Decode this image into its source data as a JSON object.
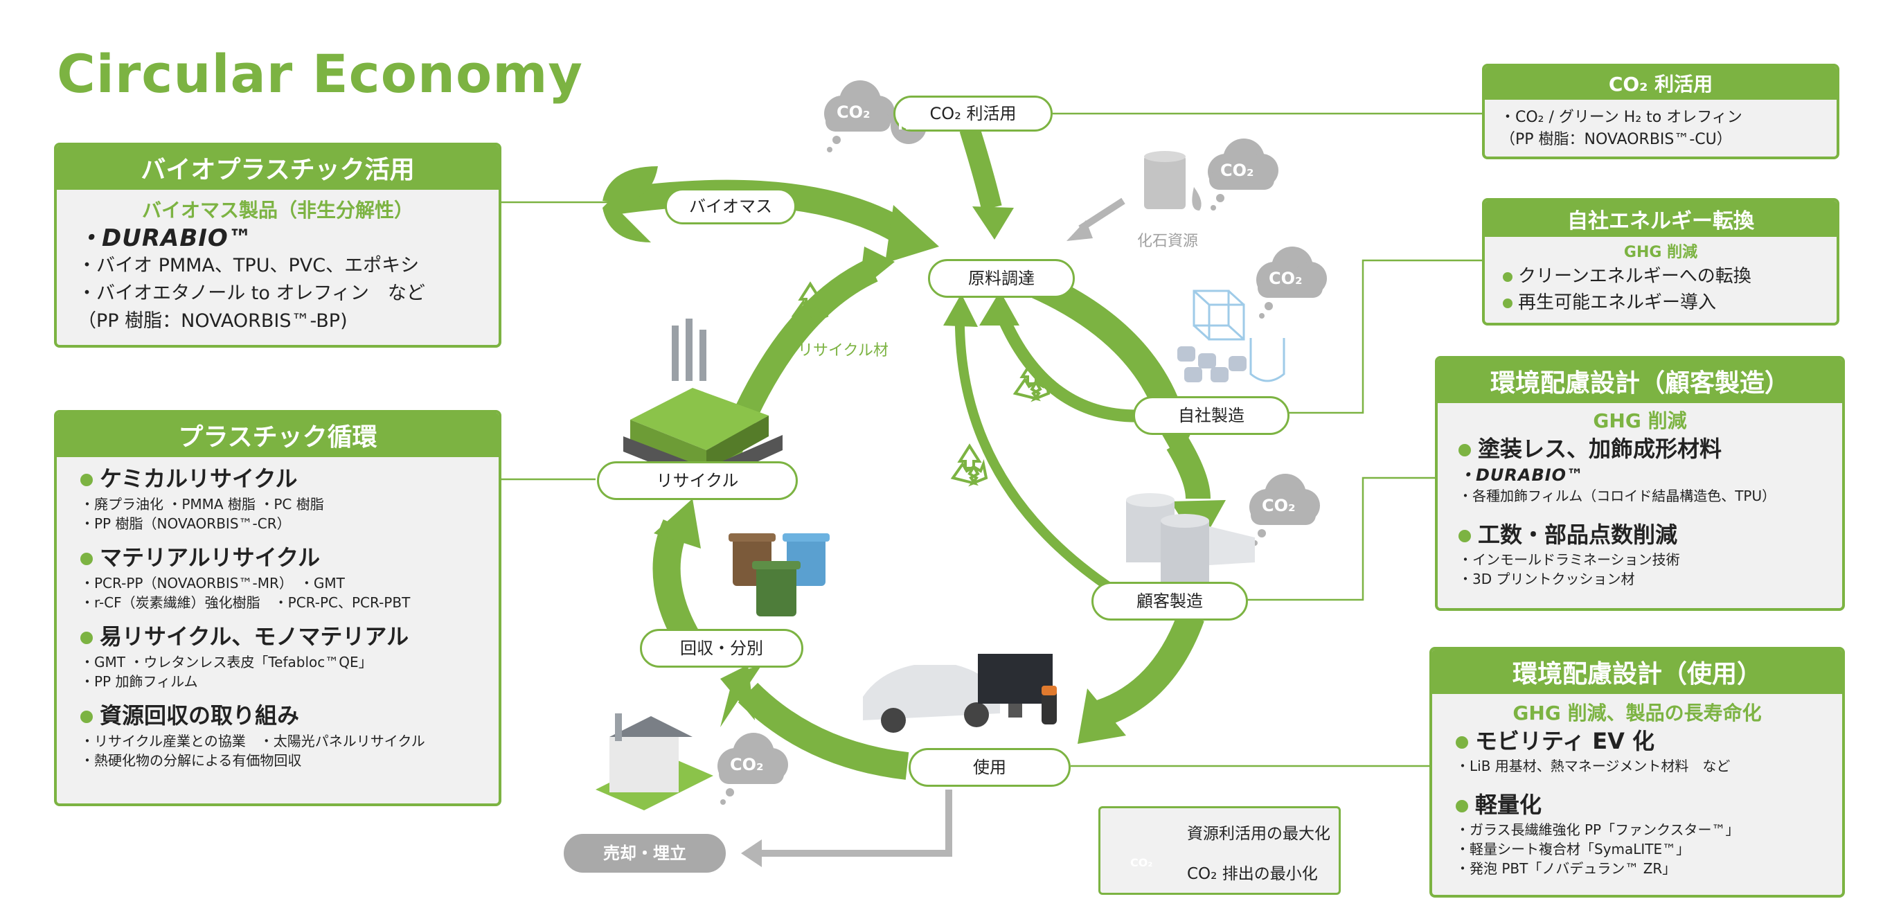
{
  "title": "Circular Economy",
  "boxes": {
    "bio": {
      "header": "バイオプラスチック活用",
      "sub": "バイオマス製品（非生分解性）",
      "durabio": "・DURABIO™",
      "lines": [
        "・バイオ PMMA、TPU、PVC、エポキシ",
        "・バイオエタノール to オレフィン　など",
        "（PP 樹脂：NOVAORBIS™-BP)"
      ]
    },
    "plastic": {
      "header": "プラスチック循環",
      "sections": [
        {
          "title": "ケミカルリサイクル",
          "lines": [
            "・廃プラ油化 ・PMMA 樹脂 ・PC 樹脂",
            "・PP 樹脂（NOVAORBIS™-CR）"
          ]
        },
        {
          "title": "マテリアルリサイクル",
          "lines": [
            "・PCR-PP（NOVAORBIS™-MR）　・GMT",
            "・r-CF（炭素繊維）強化樹脂　・PCR-PC、PCR-PBT"
          ]
        },
        {
          "title": "易リサイクル、モノマテリアル",
          "lines": [
            "・GMT ・ウレタンレス表皮「Tefabloc™QE」",
            "・PP 加飾フィルム"
          ]
        },
        {
          "title": "資源回収の取り組み",
          "lines": [
            "・リサイクル産業との協業　・太陽光パネルリサイクル",
            "・熱硬化物の分解による有価物回収"
          ]
        }
      ]
    },
    "co2": {
      "header": "CO₂ 利活用",
      "lines": [
        "・CO₂ / グリーン H₂ to オレフィン",
        "（PP 樹脂：NOVAORBIS™-CU）"
      ]
    },
    "energy": {
      "header": "自社エネルギー転換",
      "sub": "GHG 削減",
      "lines": [
        "クリーンエネルギーへの転換",
        "再生可能エネルギー導入"
      ]
    },
    "design_customer": {
      "header": "環境配慮設計（顧客製造）",
      "sub": "GHG 削減",
      "s1_title": "塗装レス、加飾成形材料",
      "s1_durabio": "・DURABIO™",
      "s1_lines": [
        "・各種加飾フィルム（コロイド結晶構造色、TPU）"
      ],
      "s2_title": "工数・部品点数削減",
      "s2_lines": [
        "・インモールドラミネーション技術",
        "・3D プリントクッション材"
      ]
    },
    "design_use": {
      "header": "環境配慮設計（使用）",
      "sub": "GHG 削減、製品の長寿命化",
      "s1_title": "モビリティ EV 化",
      "s1_lines": [
        "・LiB 用基材、熱マネージメント材料　など"
      ],
      "s2_title": "軽量化",
      "s2_lines": [
        "・ガラス長繊維強化 PP「ファンクスター™」",
        "・軽量シート複合材「SymaLITE™」",
        "・発泡 PBT「ノバデュラン™ ZR」"
      ]
    }
  },
  "cycle": {
    "raw": "原料調達",
    "own": "自社製造",
    "customer": "顧客製造",
    "use": "使用",
    "collect": "回収・分別",
    "recycle": "リサイクル",
    "biomass": "バイオマス",
    "co2use": "CO₂ 利活用",
    "fossil": "化石資源",
    "recycled_material": "リサイクル材",
    "landfill": "売却・埋立"
  },
  "clouds": {
    "co2": "CO₂",
    "h2": "H₂"
  },
  "legend": {
    "arrow": "資源利活用の最大化",
    "cloud": "CO₂ 排出の最小化"
  },
  "colors": {
    "green": "#7cb342",
    "gray": "#a9a9a9",
    "panel": "#f1f1f1"
  }
}
